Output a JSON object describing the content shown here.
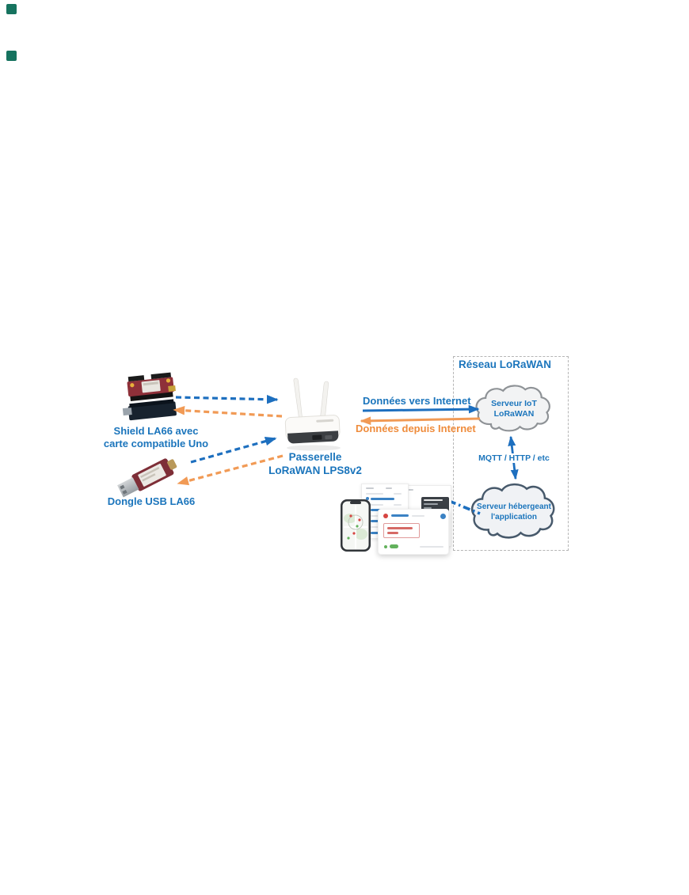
{
  "page": {
    "background": "#ffffff",
    "artifact_color": "#16735f"
  },
  "diagram": {
    "network_box_title": "Réseau LoRaWAN",
    "colors": {
      "label_blue": "#1b75bc",
      "label_orange": "#ef8c3c",
      "arrow_blue": "#1d6fbf",
      "arrow_orange": "#f19a55",
      "cloud_fill": "#f2f3f4",
      "cloud1_outline": "#8e9296",
      "cloud2_outline": "#47596b",
      "chart_line_red": "#e05c5c"
    },
    "devices": {
      "shield": {
        "label_line1": "Shield LA66 avec",
        "label_line2": "carte compatible Uno"
      },
      "dongle": {
        "label": "Dongle USB LA66"
      },
      "gateway": {
        "label_line1": "Passerelle",
        "label_line2": "LoRaWAN LPS8v2"
      }
    },
    "links": {
      "to_internet_label": "Données vers Internet",
      "from_internet_label": "Données depuis Internet",
      "protocols_label": "MQTT / HTTP / etc"
    },
    "clouds": {
      "iot_server": {
        "line1": "Serveur IoT",
        "line2": "LoRaWAN"
      },
      "app_server": {
        "line1": "Serveur hébergeant",
        "line2": "l'application"
      }
    }
  }
}
